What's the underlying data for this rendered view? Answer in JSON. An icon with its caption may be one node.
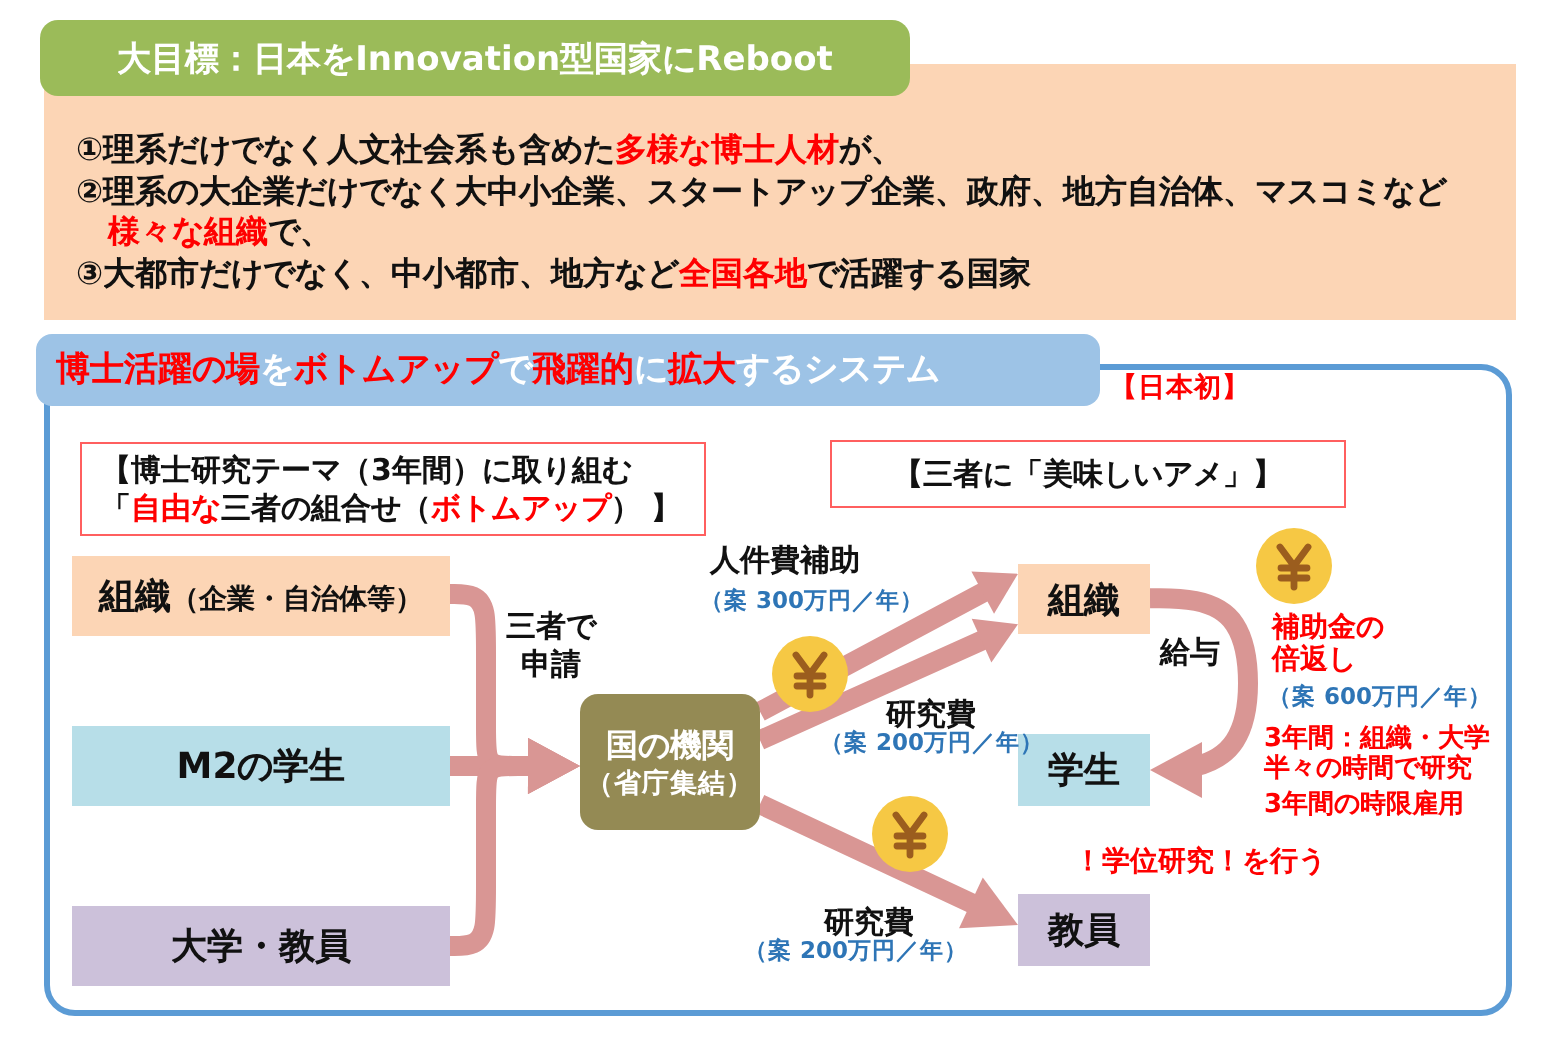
{
  "diagram": {
    "nodes": [
      {
        "text": [
          "大目標：日本をInnovation型国家にReboot"
        ]
      },
      {
        "text": [
          "①理系だけでなく人文社会系も含めた**多様な博士人材**が、",
          "②理系の大企業だけでなく大中小企業、スタートアップ企業、政府、地方自治体、マスコミなど**様々な組織**で、",
          "③大都市だけでなく、中小都市、地方など**全国各地**で活躍する国家"
        ]
      },
      {
        "text": [
          "**博士活躍の場**を**ボトムアップ**で**飛躍的**に**拡大**するシステム"
        ]
      },
      {
        "text": [
          "【博士研究テーマ（3年間）に取り組む「**自由な**三者の組合せ（**ボトムアップ**） 】"
        ],
        "in": 2
      },
      {
        "text": [
          "【三者に「美味しいアメ」】"
        ],
        "in": 2
      },
      {
        "text": [
          "組織",
          "（企業・自治体等）"
        ],
        "in": 2
      },
      {
        "text": [
          "M2の学生"
        ],
        "in": 2
      },
      {
        "text": [
          "大学・教員"
        ],
        "in": 2
      },
      {
        "text": [
          "国の機関",
          "（省庁集結）"
        ],
        "in": 2
      },
      {
        "text": [
          "組織"
        ],
        "in": 2
      },
      {
        "text": [
          "学生"
        ],
        "in": 2,
        "beside": [
          "3年間：組織・大学半々の時間で研究",
          "3年間の時限雇用"
        ]
      },
      {
        "text": [
          "教員"
        ],
        "in": 2
      }
    ],
    "edges": [
      {
        "from": 5,
        "to": 8,
        "arrow": "to",
        "label": "三者で申請"
      },
      {
        "from": 6,
        "to": 8,
        "arrow": "to"
      },
      {
        "from": 7,
        "to": 8,
        "arrow": "to"
      },
      {
        "from": 8,
        "to": 9,
        "arrow": "to",
        "label": "人件費補助"
      },
      {
        "from": 8,
        "to": 9,
        "arrow": "to",
        "label": "研究費"
      },
      {
        "from": 8,
        "to": 11,
        "arrow": "to",
        "label": "研究費"
      },
      {
        "from": 9,
        "to": 10,
        "arrow": "to",
        "label": "給与"
      }
    ],
    "labels": [
      "【日本初】",
      "（案 300万円／年）",
      "補助金の倍返し",
      "（案 600万円／年）",
      "（案 200万円／年）",
      "！学位研究！を行う",
      "（案 200万円／年）"
    ]
  }
}
